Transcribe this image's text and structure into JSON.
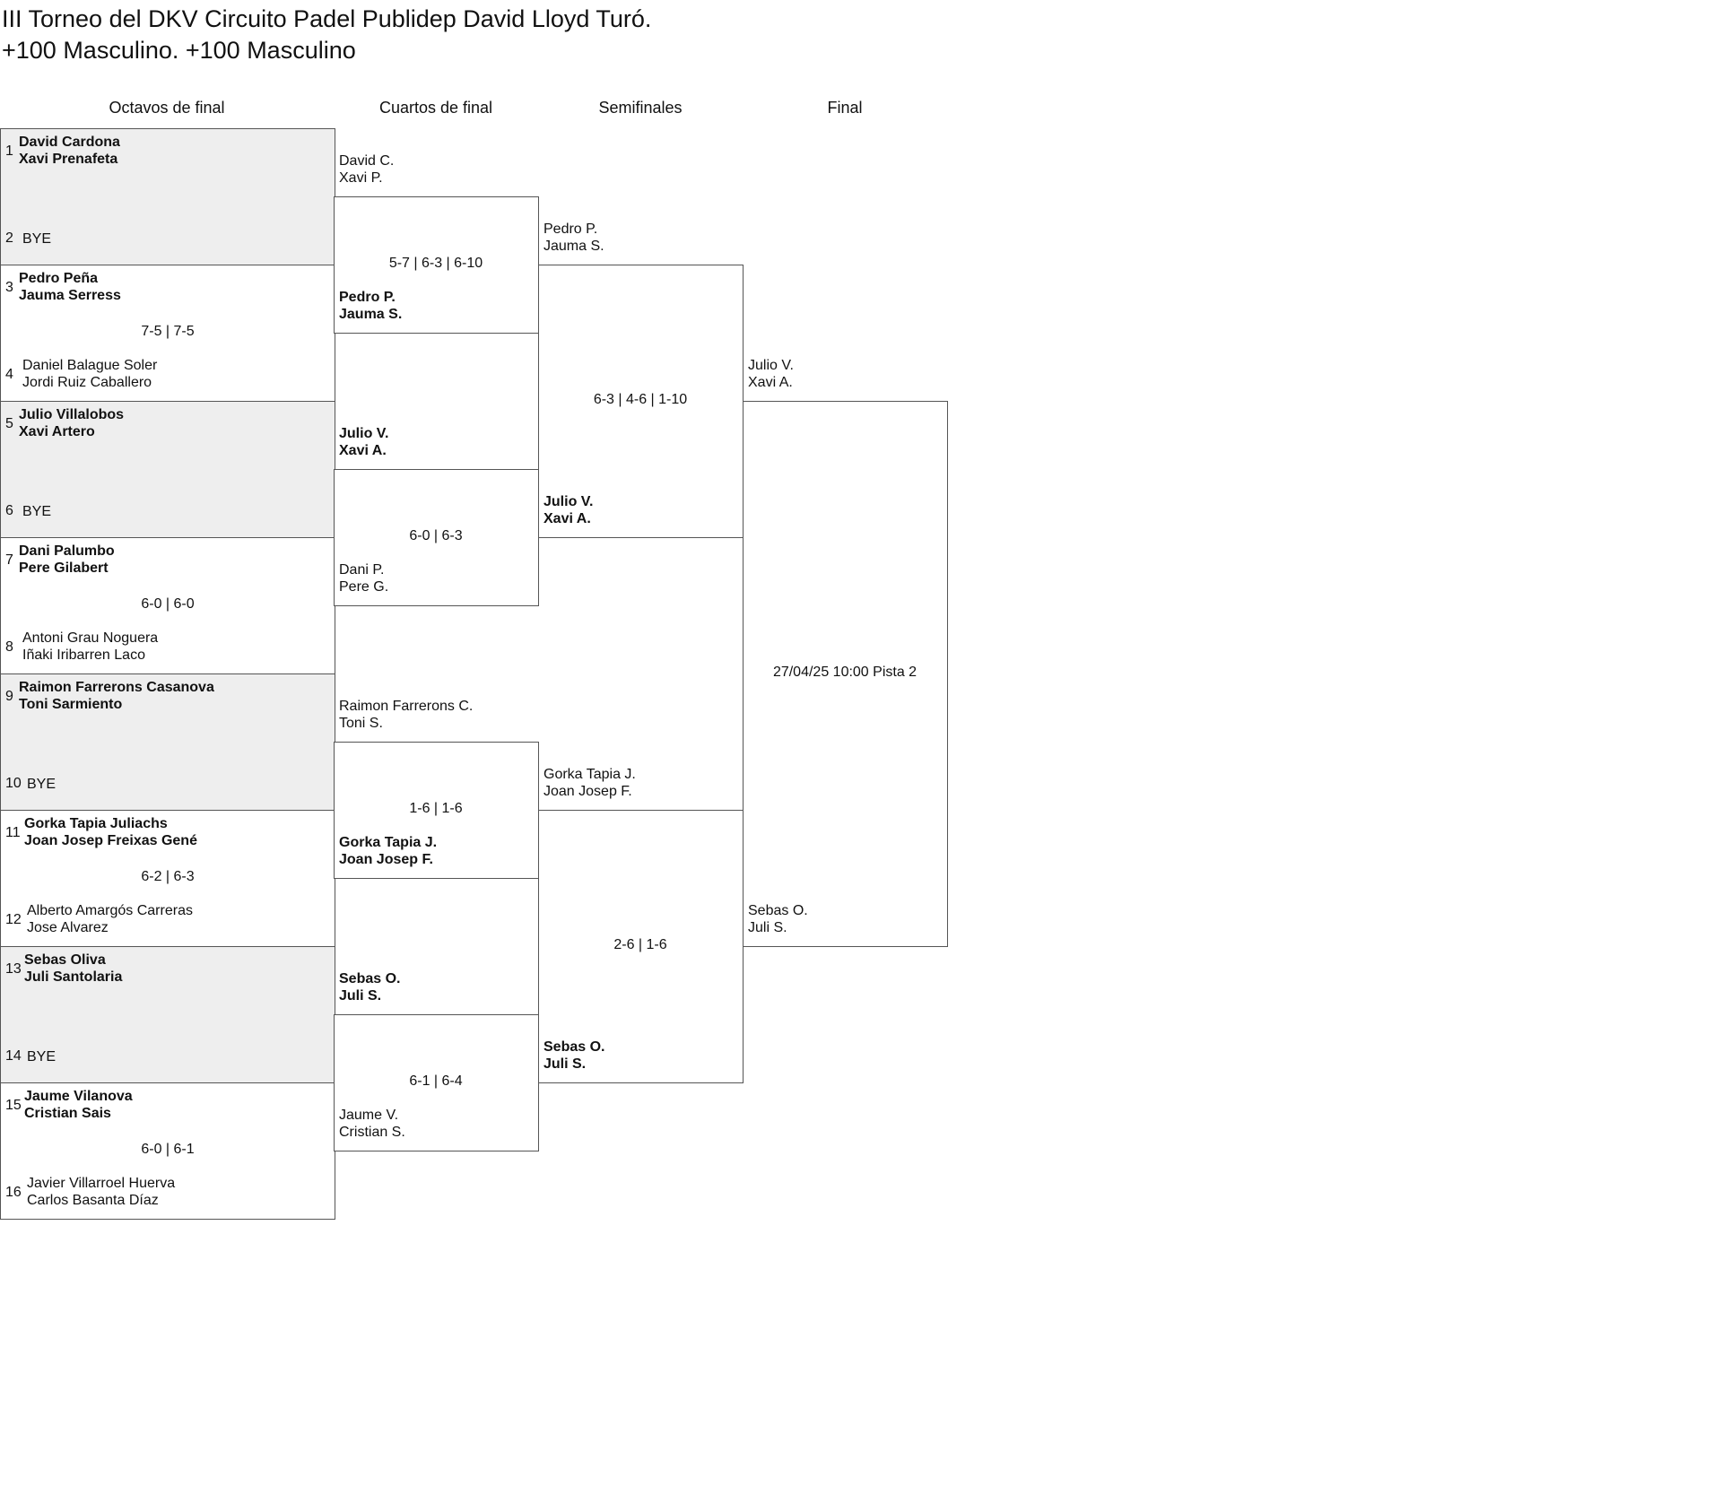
{
  "title": {
    "line1": "III Torneo del DKV Circuito Padel Publidep David Lloyd Turó.",
    "line2": "+100 Masculino. +100 Masculino"
  },
  "rounds": [
    "Octavos de final",
    "Cuartos de final",
    "Semifinales",
    "Final"
  ],
  "r16": [
    {
      "top": {
        "seed": "1",
        "p1": "David Cardona",
        "p2": "Xavi Prenafeta"
      },
      "bottom": {
        "seed": "2",
        "p1": "BYE",
        "p2": ""
      },
      "score": "",
      "shaded": true,
      "winner": "top"
    },
    {
      "top": {
        "seed": "3",
        "p1": "Pedro Peña",
        "p2": "Jauma Serress"
      },
      "bottom": {
        "seed": "4",
        "p1": "Daniel Balague Soler",
        "p2": "Jordi Ruiz Caballero"
      },
      "score": "7-5 | 7-5",
      "shaded": false,
      "winner": "top"
    },
    {
      "top": {
        "seed": "5",
        "p1": "Julio Villalobos",
        "p2": "Xavi Artero"
      },
      "bottom": {
        "seed": "6",
        "p1": "BYE",
        "p2": ""
      },
      "score": "",
      "shaded": true,
      "winner": "top"
    },
    {
      "top": {
        "seed": "7",
        "p1": "Dani Palumbo",
        "p2": "Pere Gilabert"
      },
      "bottom": {
        "seed": "8",
        "p1": "Antoni Grau Noguera",
        "p2": "Iñaki Iribarren Laco"
      },
      "score": "6-0 | 6-0",
      "shaded": false,
      "winner": "top"
    },
    {
      "top": {
        "seed": "9",
        "p1": "Raimon Farrerons Casanova",
        "p2": "Toni Sarmiento"
      },
      "bottom": {
        "seed": "10",
        "p1": "BYE",
        "p2": ""
      },
      "score": "",
      "shaded": true,
      "winner": "top"
    },
    {
      "top": {
        "seed": "11",
        "p1": "Gorka Tapia Juliachs",
        "p2": "Joan Josep Freixas Gené"
      },
      "bottom": {
        "seed": "12",
        "p1": "Alberto Amargós Carreras",
        "p2": "Jose Alvarez"
      },
      "score": "6-2 | 6-3",
      "shaded": false,
      "winner": "top"
    },
    {
      "top": {
        "seed": "13",
        "p1": "Sebas Oliva",
        "p2": "Juli Santolaria"
      },
      "bottom": {
        "seed": "14",
        "p1": "BYE",
        "p2": ""
      },
      "score": "",
      "shaded": true,
      "winner": "top"
    },
    {
      "top": {
        "seed": "15",
        "p1": "Jaume Vilanova",
        "p2": "Cristian Sais"
      },
      "bottom": {
        "seed": "16",
        "p1": "Javier Villarroel Huerva",
        "p2": "Carlos Basanta Díaz"
      },
      "score": "6-0 | 6-1",
      "shaded": false,
      "winner": "top"
    }
  ],
  "qf": [
    {
      "top": {
        "p1": "David C.",
        "p2": "Xavi P."
      },
      "bottom": {
        "p1": "Pedro P.",
        "p2": "Jauma S."
      },
      "score": "5-7 | 6-3 | 6-10",
      "winner": "bottom"
    },
    {
      "top": {
        "p1": "Julio V.",
        "p2": "Xavi A."
      },
      "bottom": {
        "p1": "Dani P.",
        "p2": "Pere G."
      },
      "score": "6-0 | 6-3",
      "winner": "top"
    },
    {
      "top": {
        "p1": "Raimon Farrerons C.",
        "p2": "Toni S."
      },
      "bottom": {
        "p1": "Gorka Tapia J.",
        "p2": "Joan Josep F."
      },
      "score": "1-6 | 1-6",
      "winner": "bottom"
    },
    {
      "top": {
        "p1": "Sebas O.",
        "p2": "Juli S."
      },
      "bottom": {
        "p1": "Jaume V.",
        "p2": "Cristian S."
      },
      "score": "6-1 | 6-4",
      "winner": "top"
    }
  ],
  "sf": [
    {
      "top": {
        "p1": "Pedro P.",
        "p2": "Jauma S."
      },
      "bottom": {
        "p1": "Julio V.",
        "p2": "Xavi A."
      },
      "score": "6-3 | 4-6 | 1-10",
      "winner": "bottom"
    },
    {
      "top": {
        "p1": "Gorka Tapia J.",
        "p2": "Joan Josep F."
      },
      "bottom": {
        "p1": "Sebas O.",
        "p2": "Juli S."
      },
      "score": "2-6 | 1-6",
      "winner": "bottom"
    }
  ],
  "final": {
    "top": {
      "p1": "Julio V.",
      "p2": "Xavi A."
    },
    "bottom": {
      "p1": "Sebas O.",
      "p2": "Juli S."
    },
    "score": "27/04/25 10:00 Pista 2",
    "winner": ""
  }
}
